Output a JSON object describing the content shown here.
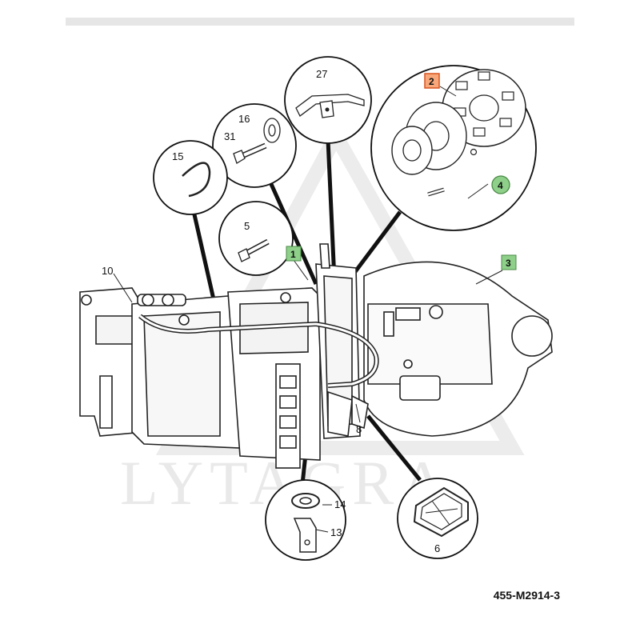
{
  "watermark": {
    "text": "LYTAGRA"
  },
  "reference": "455-M2914-3",
  "callouts": {
    "c27": "27",
    "c16": "16",
    "c31": "31",
    "c15": "15",
    "c5": "5",
    "c10": "10",
    "c8": "8",
    "c14": "14",
    "c13": "13",
    "c6": "6"
  },
  "tags": {
    "t1": {
      "label": "1",
      "color": "#8ed08a"
    },
    "t2": {
      "label": "2",
      "color": "#f7a77a"
    },
    "t3": {
      "label": "3",
      "color": "#8ed08a"
    },
    "t4": {
      "label": "4",
      "color": "#8ed08a"
    }
  }
}
